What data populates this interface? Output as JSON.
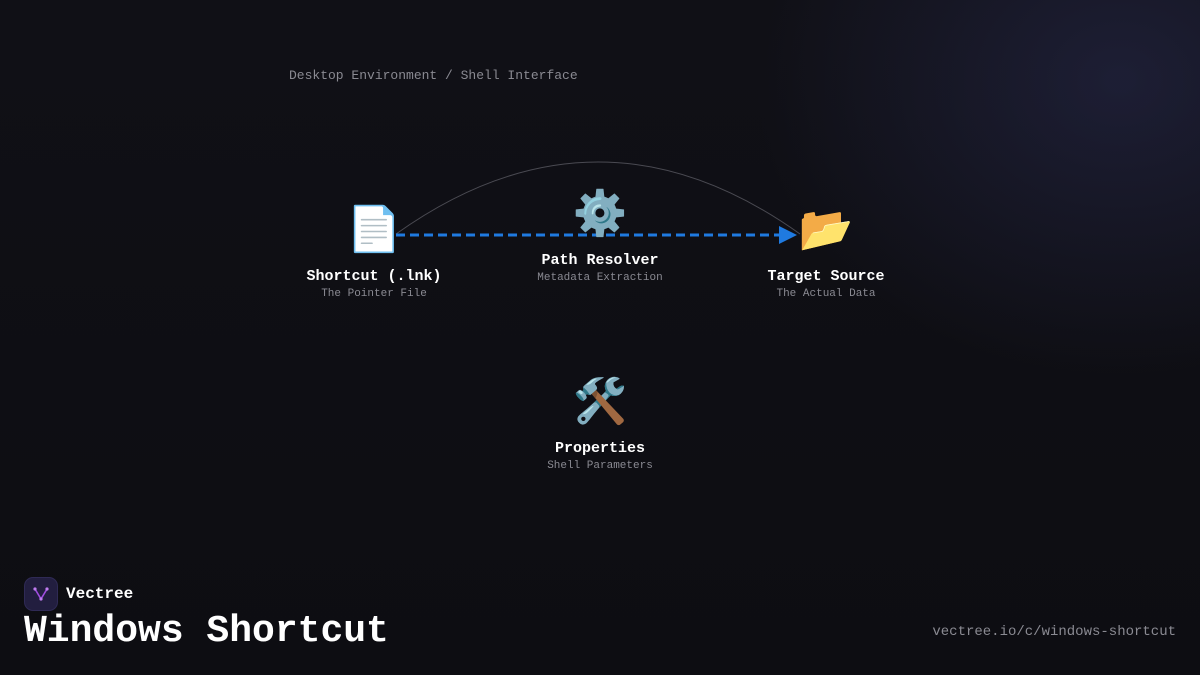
{
  "context_label": "Desktop Environment / Shell Interface",
  "nodes": {
    "shortcut": {
      "icon": "📄",
      "icon_name": "shortcut-file-icon",
      "title": "Shortcut (.lnk)",
      "subtitle": "The Pointer File"
    },
    "resolver": {
      "icon": "⚙️",
      "icon_name": "gear-icon",
      "title": "Path Resolver",
      "subtitle": "Metadata Extraction"
    },
    "target": {
      "icon": "📂",
      "icon_name": "open-folder-icon",
      "title": "Target Source",
      "subtitle": "The Actual Data"
    },
    "properties": {
      "icon": "🛠️",
      "icon_name": "tools-icon",
      "title": "Properties",
      "subtitle": "Shell Parameters"
    }
  },
  "edges": [
    {
      "from": "shortcut",
      "to": "target",
      "style": "dashed-arrow",
      "color": "#1f7ae0"
    },
    {
      "from": "shortcut",
      "to": "target",
      "style": "arc",
      "color": "#4a4a52"
    }
  ],
  "brand": {
    "name": "Vectree",
    "logo_color": "#a04de0"
  },
  "footer": {
    "title": "Windows Shortcut",
    "url": "vectree.io/c/windows-shortcut"
  }
}
